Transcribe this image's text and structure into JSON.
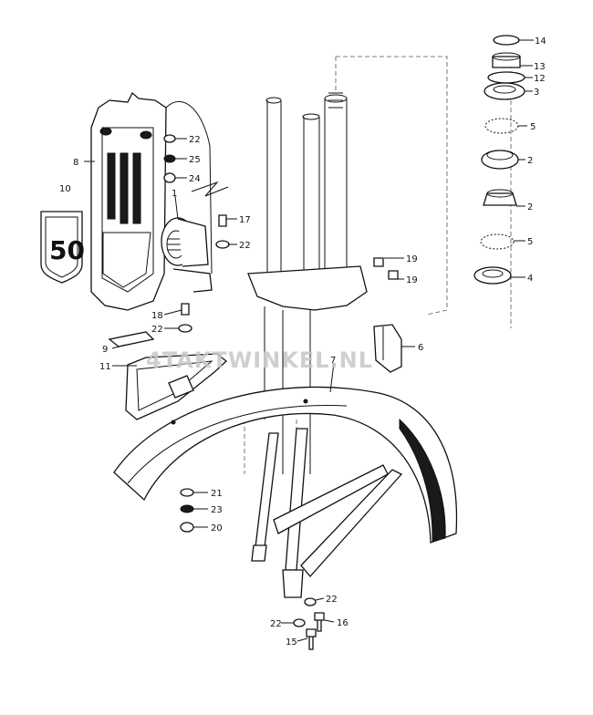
{
  "watermark": "4TAKTWINKEL.NL",
  "callouts": {
    "c14": "14",
    "c13": "13",
    "c12": "12",
    "c3": "3",
    "c5a": "5",
    "c2a": "2",
    "c2b": "2",
    "c5b": "5",
    "c4": "4",
    "c22a": "22",
    "c25": "25",
    "c8": "8",
    "c24": "24",
    "c1": "1",
    "c10": "10",
    "c17": "17",
    "c22b": "22",
    "c19a": "19",
    "c19b": "19",
    "c18": "18",
    "c22c": "22",
    "c6": "6",
    "c9": "9",
    "c7": "7",
    "c11": "11",
    "c21": "21",
    "c23": "23",
    "c20": "20",
    "c22d": "22",
    "c22e": "22",
    "c16": "16",
    "c15": "15"
  },
  "emblem_text": "50"
}
